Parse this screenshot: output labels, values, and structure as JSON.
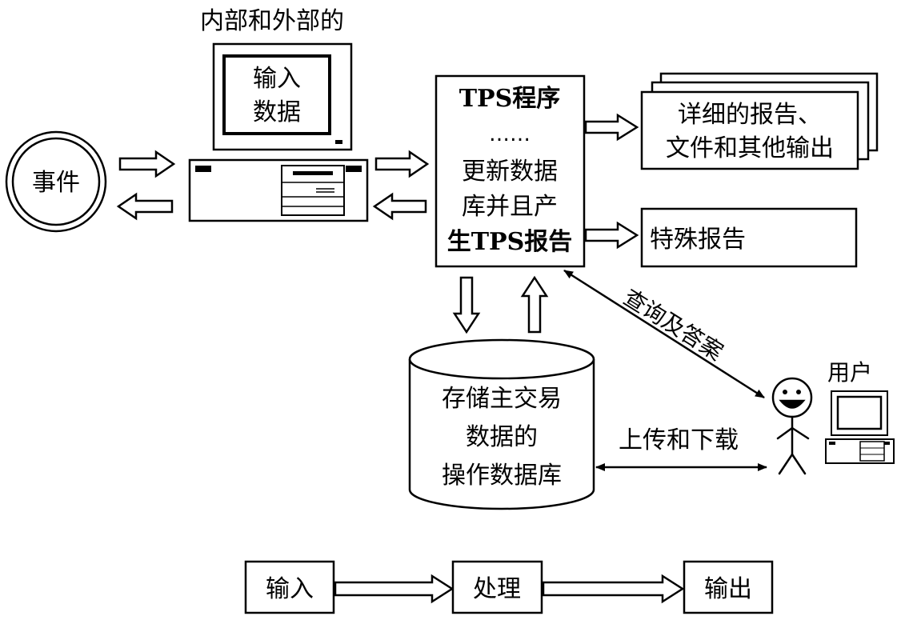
{
  "computer": {
    "caption": "内部和外部的",
    "screen_line1": "输入",
    "screen_line2": "数据"
  },
  "event": {
    "label": "事件"
  },
  "tps": {
    "line1": "TPS程序",
    "dots": "……",
    "line2": "更新数据",
    "line3": "库并且产",
    "line4": "生TPS报告"
  },
  "outputs": {
    "detailed_line1": "详细的报告、",
    "detailed_line2": "文件和其他输出",
    "special": "特殊报告"
  },
  "database": {
    "line1": "存储主交易",
    "line2": "数据的",
    "line3": "操作数据库"
  },
  "user": {
    "label": "用户"
  },
  "links": {
    "query": "查询及答案",
    "updown": "上传和下载"
  },
  "flow": {
    "input": "输入",
    "process": "处理",
    "output": "输出"
  }
}
